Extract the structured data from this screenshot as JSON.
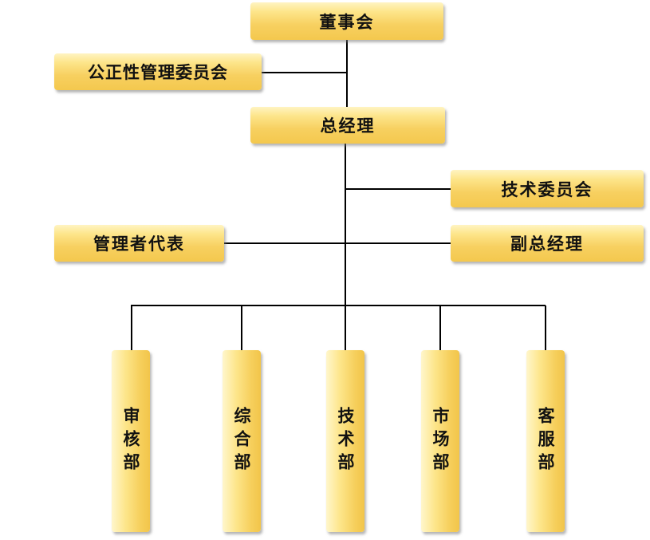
{
  "nodes": {
    "board": "董事会",
    "impartiality_committee": "公正性管理委员会",
    "general_manager": "总经理",
    "technical_committee": "技术委员会",
    "management_representative": "管理者代表",
    "deputy_general_manager": "副总经理",
    "departments": [
      "审核部",
      "综合部",
      "技术部",
      "市场部",
      "客服部"
    ]
  }
}
